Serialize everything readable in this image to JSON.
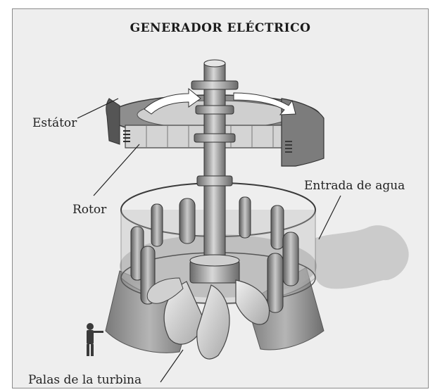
{
  "title": "GENERADOR ELÉCTRICO",
  "labels": {
    "estator": "Estátor",
    "rotor": "Rotor",
    "entrada": "Entrada de agua",
    "palas": "Palas de la turbina"
  },
  "colors": {
    "background": "#eeeeee",
    "frame_border": "#8a8a8a",
    "metal_light": "#d9d9d9",
    "metal_mid": "#a9a9a9",
    "metal_dark": "#5f5f5f",
    "water": "#c4c4c4",
    "text": "#222222"
  }
}
